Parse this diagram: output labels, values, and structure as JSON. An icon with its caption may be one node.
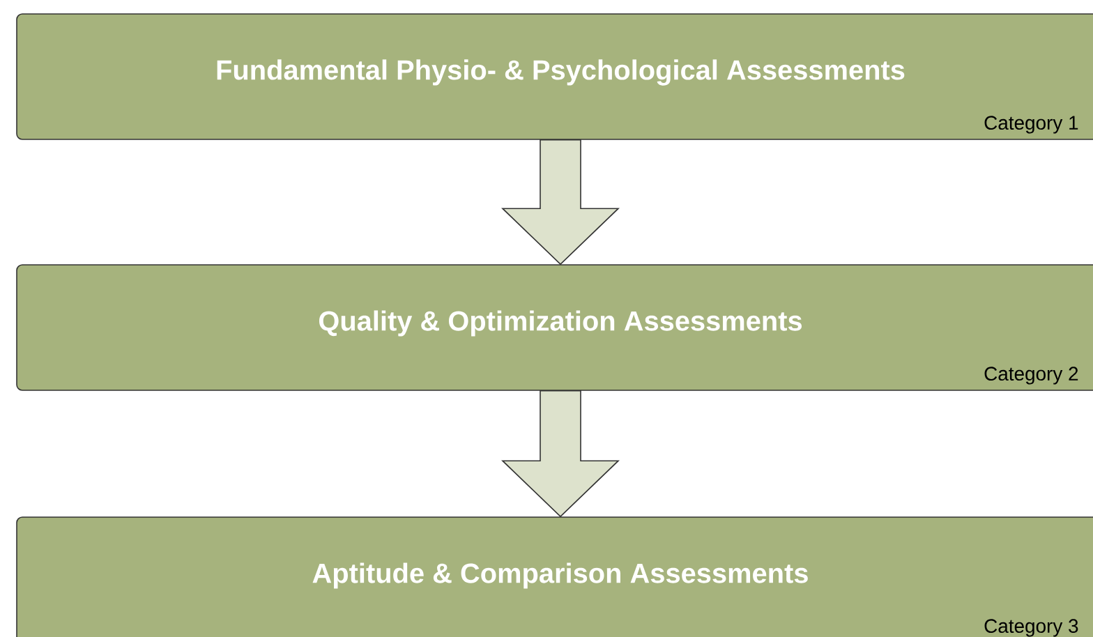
{
  "diagram": {
    "nodes": [
      {
        "text": [
          "Fundamental Physio- & Psychological Assessments",
          "Category 1"
        ]
      },
      {
        "text": [
          "Quality & Optimization Assessments",
          "Category 2"
        ]
      },
      {
        "text": [
          "Aptitude & Comparison Assessments",
          "Category 3"
        ]
      }
    ],
    "edges": [
      {
        "from": 0,
        "to": 1,
        "arrow": "to"
      },
      {
        "from": 1,
        "to": 2,
        "arrow": "to"
      }
    ]
  }
}
